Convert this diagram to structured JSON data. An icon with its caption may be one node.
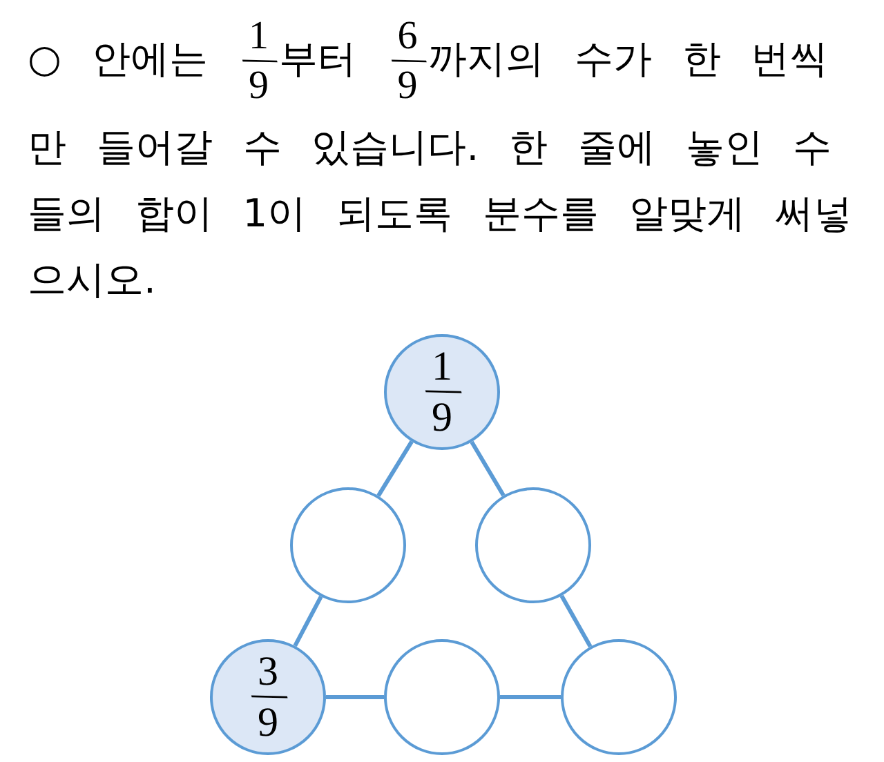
{
  "diagram": {
    "title": "○ 안에는 1/9부터 6/9까지의 수가 한 번씩만 들어갈 수 있습니다. 한 줄에 놓인 수들의 합이 1이 되도록 분수를 알맞게 써넣으시오.",
    "nodes": [
      {
        "text": [
          "1/9"
        ]
      },
      {
        "text": [],
        "shape": "circle"
      },
      {
        "text": [],
        "shape": "circle"
      },
      {
        "text": [
          "3/9"
        ]
      },
      {
        "text": [],
        "shape": "circle"
      },
      {
        "text": [],
        "shape": "circle"
      }
    ],
    "edges": [
      {
        "from": 0,
        "to": 1,
        "arrow": "none"
      },
      {
        "from": 0,
        "to": 2,
        "arrow": "none"
      },
      {
        "from": 1,
        "to": 3,
        "arrow": "none"
      },
      {
        "from": 2,
        "to": 5,
        "arrow": "none"
      },
      {
        "from": 3,
        "to": 4,
        "arrow": "none"
      },
      {
        "from": 4,
        "to": 5,
        "arrow": "none"
      }
    ]
  }
}
